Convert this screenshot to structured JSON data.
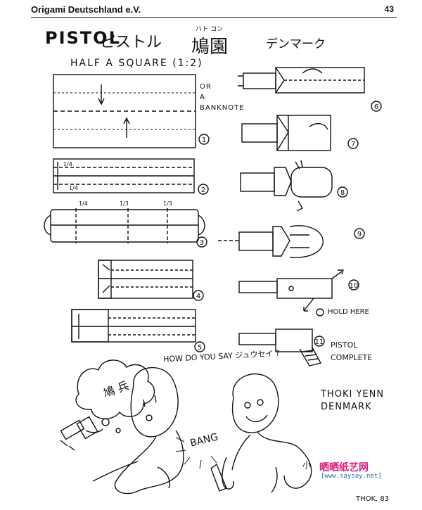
{
  "header": {
    "publisher": "Origami Deutschland e.V.",
    "page_number": "43"
  },
  "title": {
    "english": "PISTOL",
    "katakana": "ピストル",
    "kanji": "鳩園",
    "kanji_reading": "ハト  コン",
    "katakana_name": "デンマーク",
    "subtitle": "HALF A SQUARE (1:2)"
  },
  "notes": {
    "banknote": [
      "OR",
      "A",
      "BANKNOTE"
    ],
    "hold_here": "HOLD HERE",
    "pistol_complete": [
      "PISTOL",
      "COMPLETE"
    ],
    "speech": "HOW DO YOU SAY ジュウセイ ?",
    "credit": [
      "THOKI YENN",
      "DENMARK"
    ],
    "bang": "BANG",
    "cloud_text": "鳩 兵"
  },
  "fractions": {
    "step2_top": "1/4",
    "step2_bottom": "1/4",
    "step3_a": "1/4",
    "step3_b": "1/3",
    "step3_c": "1/3"
  },
  "steps": [
    {
      "number": "1"
    },
    {
      "number": "2"
    },
    {
      "number": "3"
    },
    {
      "number": "4"
    },
    {
      "number": "5"
    },
    {
      "number": "6"
    },
    {
      "number": "7"
    },
    {
      "number": "8"
    },
    {
      "number": "9"
    },
    {
      "number": "10"
    },
    {
      "number": "11"
    }
  ],
  "signature": "THOK. 83",
  "watermark": {
    "badge": "小",
    "site_name": "晒晒纸艺网",
    "url": "[www.saysay.net]",
    "color_pink": "#e0187a",
    "color_blue": "#1f6fb8"
  }
}
